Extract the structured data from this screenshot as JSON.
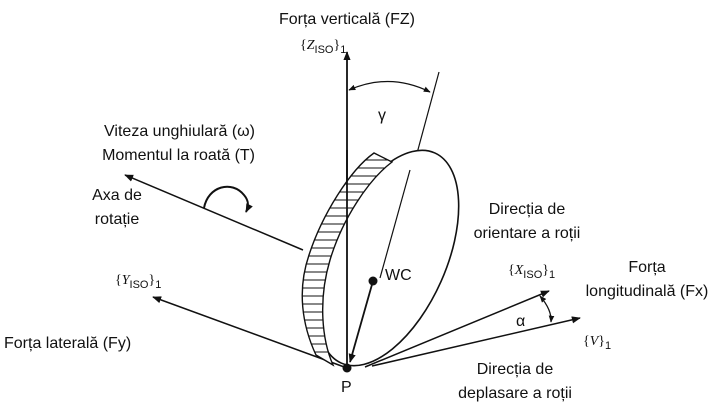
{
  "labels": {
    "vertical_force": "Forța verticală (FZ)",
    "angular_velocity": "Viteza unghiulară (ω)",
    "wheel_torque": "Momentul la roată (T)",
    "rotation_axis_line1": "Axa de",
    "rotation_axis_line2": "rotație",
    "orientation_dir_line1": "Direcția de",
    "orientation_dir_line2": "orientare a roții",
    "longitudinal_force_line1": "Forța",
    "longitudinal_force_line2": "longitudinală (Fx)",
    "lateral_force": "Forța laterală (Fy)",
    "travel_dir_line1": "Direcția de",
    "travel_dir_line2": "deplasare a roții",
    "wheel_center": "WC",
    "contact_point": "P",
    "gamma": "γ",
    "alpha": "α"
  },
  "axes": {
    "z_iso": {
      "open": "{",
      "main": "Z",
      "sub": "ISO",
      "close": "}",
      "index": "1"
    },
    "y_iso": {
      "open": "{",
      "main": "Y",
      "sub": "ISO",
      "close": "}",
      "index": "1"
    },
    "x_iso": {
      "open": "{",
      "main": "X",
      "sub": "ISO",
      "close": "}",
      "index": "1"
    },
    "v": {
      "open": "{",
      "main": "V",
      "sub": "",
      "close": "}",
      "index": "1"
    }
  }
}
